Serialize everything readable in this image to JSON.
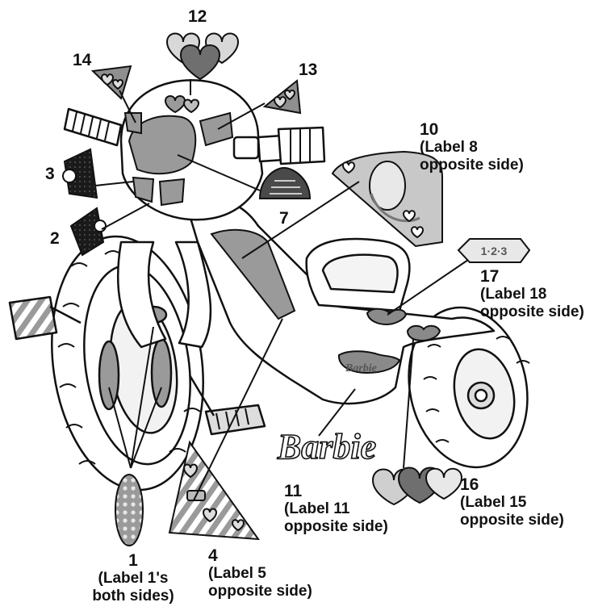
{
  "colors": {
    "ink": "#111111",
    "sticker_light": "#bdbdbd",
    "sticker_mid": "#9a9a9a",
    "sticker_dark": "#6f6f6f",
    "decal_black": "#1a1a1a"
  },
  "labels": {
    "l1": {
      "num": "1",
      "line1": "(Label 1's",
      "line2": "both sides)"
    },
    "l2": {
      "num": "2"
    },
    "l3": {
      "num": "3"
    },
    "l4": {
      "num": "4",
      "line1": "(Label 5",
      "line2": "opposite side)"
    },
    "l7": {
      "num": "7"
    },
    "l10": {
      "num": "10",
      "line1": "(Label 8",
      "line2": "opposite side)"
    },
    "l11": {
      "num": "11",
      "line1": "(Label 11",
      "line2": "opposite side)"
    },
    "l12": {
      "num": "12"
    },
    "l13": {
      "num": "13"
    },
    "l14": {
      "num": "14"
    },
    "l16": {
      "num": "16",
      "line1": "(Label 15",
      "line2": "opposite side)"
    },
    "l17": {
      "num": "17",
      "line1": "(Label 18",
      "line2": "opposite side)"
    }
  },
  "decals": {
    "logo_text": "Barbie",
    "seat_text": "1·2·3"
  },
  "icons": [
    "heart-icon",
    "headlight-icon",
    "pedal-icon",
    "wheel-icon"
  ]
}
